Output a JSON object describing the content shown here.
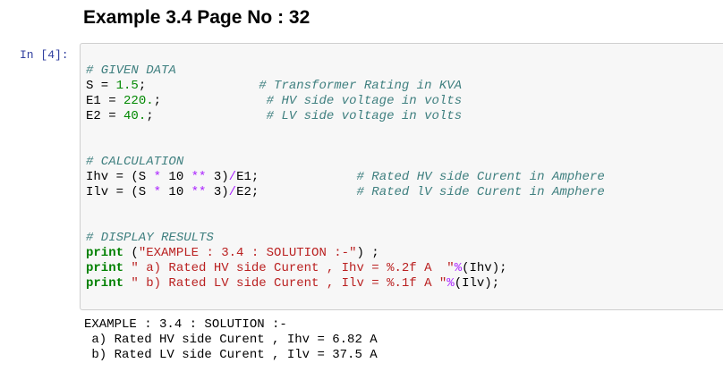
{
  "heading": "Example 3.4 Page No : 32",
  "cell": {
    "prompt": "In [4]:",
    "code_lines": [
      [
        [
          "cm",
          "# GIVEN DATA"
        ]
      ],
      [
        [
          "t",
          "S = "
        ],
        [
          "num",
          "1.5"
        ],
        [
          "t",
          ";               "
        ],
        [
          "cm",
          "# Transformer Rating in KVA"
        ]
      ],
      [
        [
          "t",
          "E1 = "
        ],
        [
          "num",
          "220."
        ],
        [
          "t",
          ";              "
        ],
        [
          "cm",
          "# HV side voltage in volts"
        ]
      ],
      [
        [
          "t",
          "E2 = "
        ],
        [
          "num",
          "40."
        ],
        [
          "t",
          ";               "
        ],
        [
          "cm",
          "# LV side voltage in volts"
        ]
      ],
      [],
      [],
      [
        [
          "cm",
          "# CALCULATION"
        ]
      ],
      [
        [
          "t",
          "Ihv = (S "
        ],
        [
          "op",
          "*"
        ],
        [
          "t",
          " 10 "
        ],
        [
          "op",
          "**"
        ],
        [
          "t",
          " 3)"
        ],
        [
          "op",
          "/"
        ],
        [
          "t",
          "E1;             "
        ],
        [
          "cm",
          "# Rated HV side Curent in Amphere"
        ]
      ],
      [
        [
          "t",
          "Ilv = (S "
        ],
        [
          "op",
          "*"
        ],
        [
          "t",
          " 10 "
        ],
        [
          "op",
          "**"
        ],
        [
          "t",
          " 3)"
        ],
        [
          "op",
          "/"
        ],
        [
          "t",
          "E2;             "
        ],
        [
          "cm",
          "# Rated lV side Curent in Amphere"
        ]
      ],
      [],
      [],
      [
        [
          "cm",
          "# DISPLAY RESULTS"
        ]
      ],
      [
        [
          "kw",
          "print"
        ],
        [
          "t",
          " ("
        ],
        [
          "str",
          "\"EXAMPLE : 3.4 : SOLUTION :-\""
        ],
        [
          "t",
          ") ;"
        ]
      ],
      [
        [
          "kw",
          "print"
        ],
        [
          "t",
          " "
        ],
        [
          "str",
          "\" a) Rated HV side Curent , Ihv = %.2f A  \""
        ],
        [
          "op",
          "%"
        ],
        [
          "t",
          "(Ihv);"
        ]
      ],
      [
        [
          "kw",
          "print"
        ],
        [
          "t",
          " "
        ],
        [
          "str",
          "\" b) Rated LV side Curent , Ilv = %.1f A \""
        ],
        [
          "op",
          "%"
        ],
        [
          "t",
          "(Ilv);"
        ]
      ]
    ]
  },
  "output_lines": [
    "EXAMPLE : 3.4 : SOLUTION :-",
    " a) Rated HV side Curent , Ihv = 6.82 A",
    " b) Rated LV side Curent , Ilv = 37.5 A"
  ]
}
